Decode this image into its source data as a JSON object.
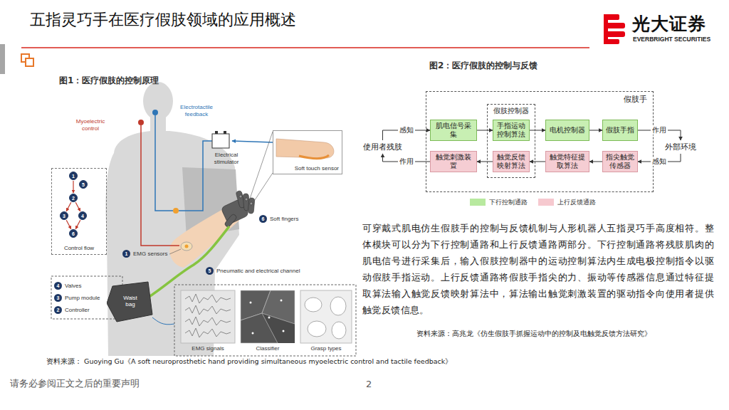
{
  "diagram": {
    "title": "五指灵巧手在医疗假肢领域的应用概述",
    "nodes": [
      {
        "text": [
          "Control flow"
        ]
      },
      {
        "text": [
          "1"
        ],
        "in": 0
      },
      {
        "text": [
          "5"
        ],
        "in": 0
      },
      {
        "text": [
          "2"
        ],
        "in": 0
      },
      {
        "text": [
          "3"
        ],
        "in": 0
      },
      {
        "text": [
          "4"
        ],
        "in": 0
      },
      {
        "text": [
          "6"
        ],
        "in": 0
      },
      {
        "text": [
          "Soft touch sensor"
        ]
      },
      {
        "text": [
          "Waist bag"
        ]
      },
      {
        "text": [
          "假肢手"
        ]
      },
      {
        "text": [
          "使用者残肢"
        ]
      },
      {
        "text": [
          "假肢控制器"
        ],
        "in": 9
      },
      {
        "text": [
          "肌电信号采集"
        ],
        "in": 9
      },
      {
        "text": [
          "手指运动控制算法"
        ],
        "in": 11
      },
      {
        "text": [
          "电机控制器"
        ],
        "in": 9
      },
      {
        "text": [
          "假肢手指"
        ],
        "in": 9
      },
      {
        "text": [
          "触觉刺激装置"
        ],
        "in": 9
      },
      {
        "text": [
          "触觉反馈映射算法"
        ],
        "in": 11
      },
      {
        "text": [
          "触觉特征提取算法"
        ],
        "in": 9
      },
      {
        "text": [
          "指尖触觉传感器"
        ],
        "in": 9
      },
      {
        "text": [
          "外部环境"
        ]
      }
    ],
    "edges": [
      {
        "from": 1,
        "to": 3,
        "arrow": "to"
      },
      {
        "from": 3,
        "to": 4,
        "arrow": "to"
      },
      {
        "from": 3,
        "to": 5,
        "arrow": "to"
      },
      {
        "from": 4,
        "to": 6,
        "arrow": "to"
      },
      {
        "from": 5,
        "to": 6,
        "arrow": "to"
      },
      {
        "from": 10,
        "to": 12,
        "label": "感知",
        "arrow": "to"
      },
      {
        "from": 12,
        "to": 13,
        "arrow": "to"
      },
      {
        "from": 13,
        "to": 14,
        "arrow": "to"
      },
      {
        "from": 14,
        "to": 15,
        "arrow": "to"
      },
      {
        "from": 15,
        "to": 20,
        "label": "作用",
        "arrow": "to"
      },
      {
        "from": 20,
        "to": 19,
        "label": "感知",
        "arrow": "to"
      },
      {
        "from": 19,
        "to": 18,
        "arrow": "to"
      },
      {
        "from": 18,
        "to": 17,
        "arrow": "to"
      },
      {
        "from": 17,
        "to": 16,
        "arrow": "to"
      },
      {
        "from": 16,
        "to": 10,
        "label": "作用",
        "arrow": "to"
      }
    ],
    "labels": [
      "光大证券",
      "EVERBRIGHT SECURITIES",
      "图1：医疗假肢的控制原理",
      "Myoelectric control",
      "Electrotactile feedback",
      "Electrical stimulator",
      "6",
      "Soft fingers",
      "1",
      "EMG sensors",
      "5",
      "Pneumatic and electrical channel",
      "4",
      "Valves",
      "3",
      "Pump module",
      "2",
      "Controller",
      "EMG signals",
      "Classifier",
      "Grasp types",
      "资料来源： Guoying Gu《A soft neuroprosthetic hand providing simultaneous myoelectric control and tactile feedback》",
      "图2：医疗假肢的控制与反馈",
      "可穿戴式肌电仿生假肢手的控制与反馈机制与人形机器人五指灵巧手高度相符。整体模块可以分为下行控制通路和上行反馈通路两部分。下行控制通路将残肢肌肉的肌电信号进行采集后，输入假肢控制器中的运动控制算法内生成电极控制指令以驱动假肢手指运动。上行反馈通路将假肢手指尖的力、振动等传感器信息通过特征提取算法输入触觉反馈映射算法中，算法输出触觉刺激装置的驱动指令向使用者提供触觉反馈信息。",
      "资料来源：高兆龙《仿生假肢手抓握运动中的控制及电触觉反馈方法研究》",
      "请务必参阅正文之后的重要声明",
      "2"
    ],
    "legend": [
      {
        "text": "下行控制通路",
        "color": "#b8e99f"
      },
      {
        "text": "上行反馈通路",
        "color": "#f6c9cf"
      }
    ]
  }
}
